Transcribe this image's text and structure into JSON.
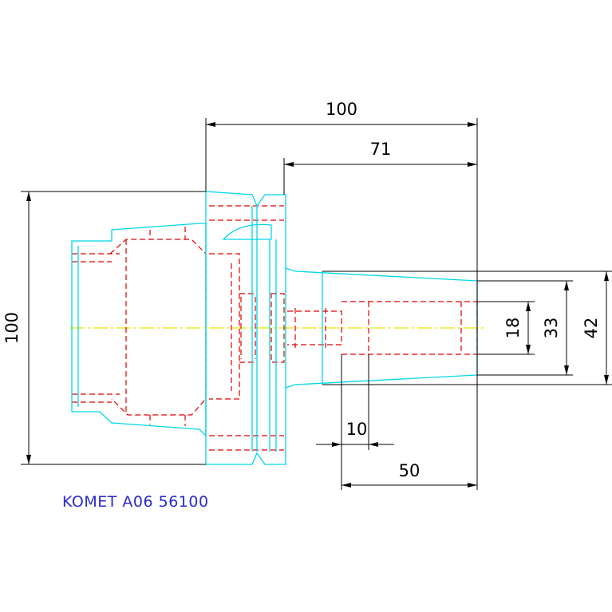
{
  "drawing": {
    "caption": "KOMET A06 56100",
    "colors": {
      "outline": "#00d6e8",
      "hidden": "#e00000",
      "centerline": "#e8e800",
      "dimension": "#000000",
      "caption": "#2a2ad0"
    }
  },
  "dimensions": {
    "total_length": "100",
    "length_from_flange": "71",
    "flange_diameter": "100",
    "bore_diameter": "18",
    "inner_diameter": "33",
    "nose_diameter": "42",
    "thread_length": "10",
    "bore_depth": "50"
  }
}
